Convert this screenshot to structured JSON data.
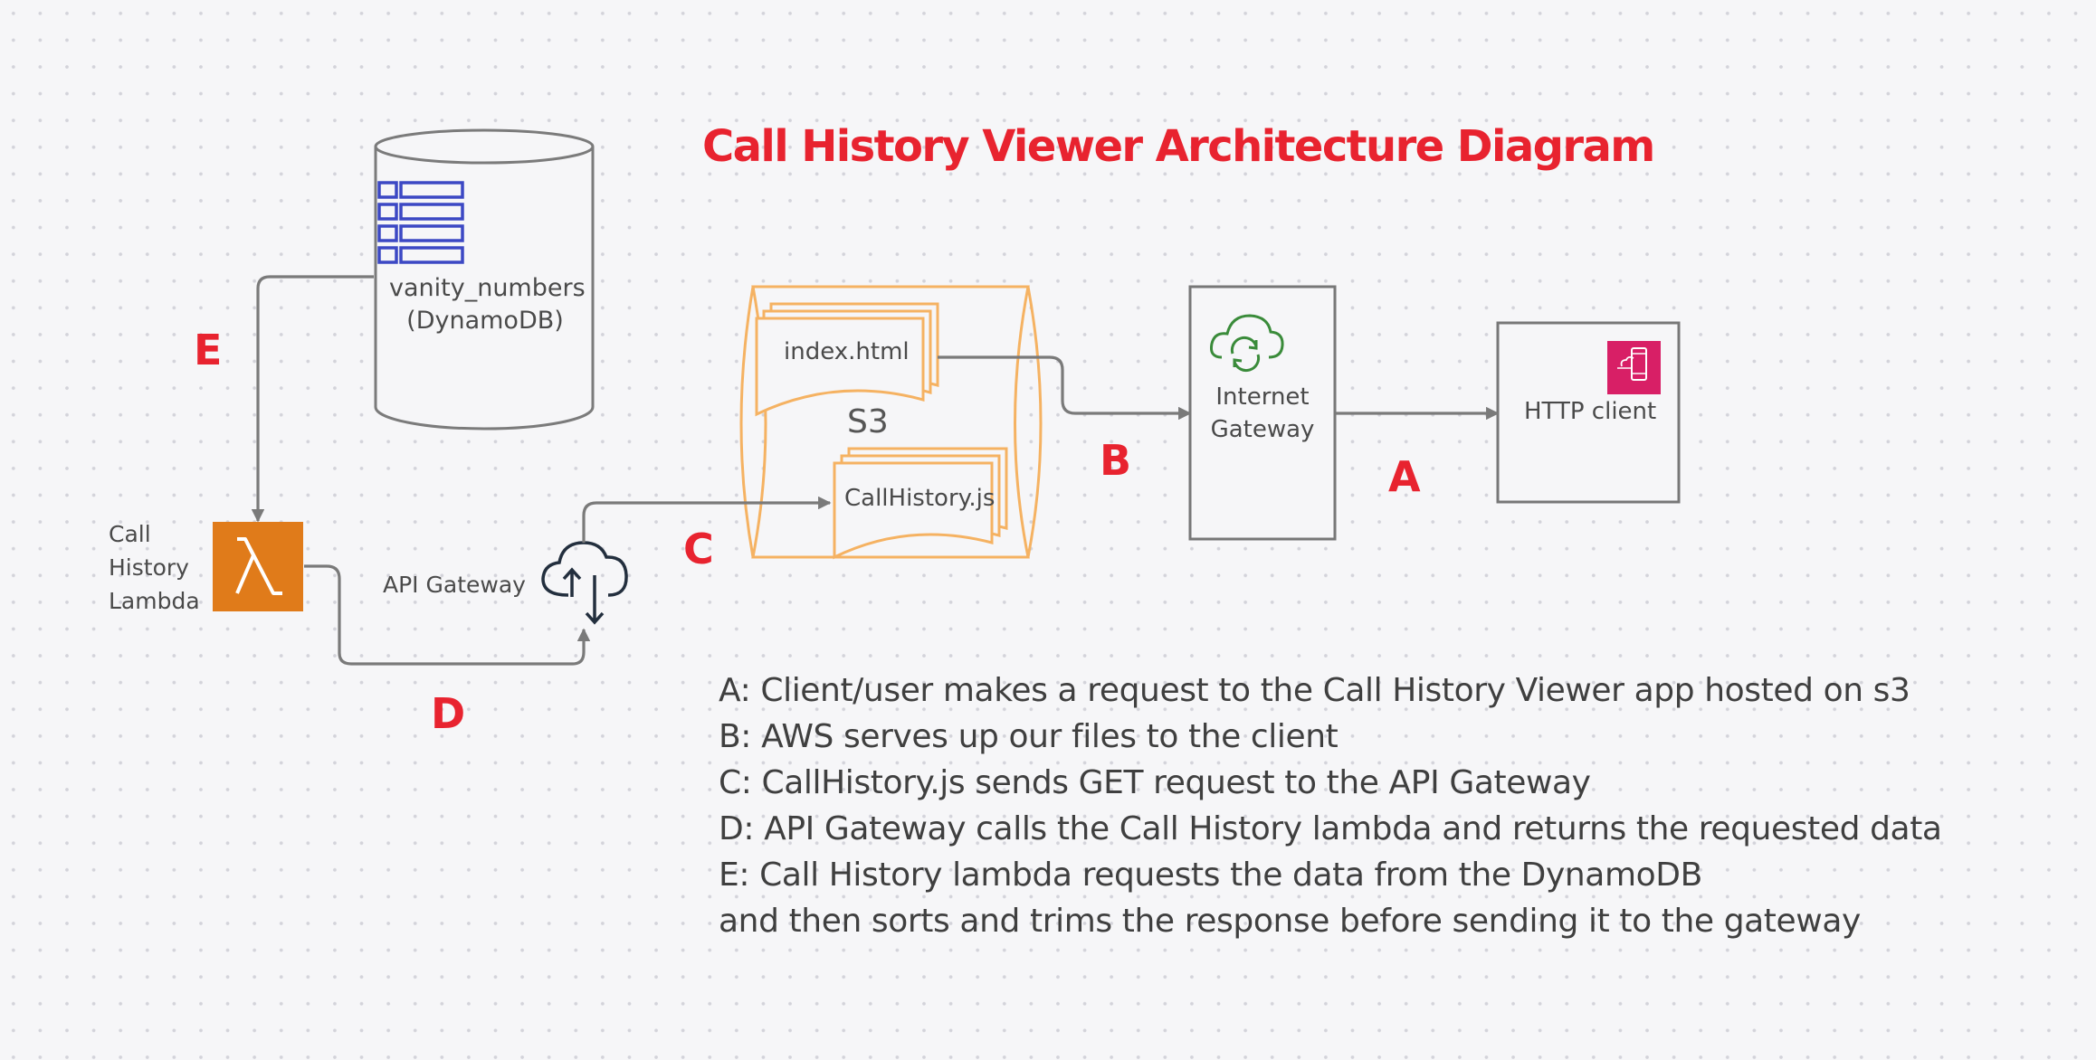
{
  "title": "Call History Viewer Architecture Diagram",
  "nodes": {
    "dynamodb": {
      "line1": "vanity_numbers",
      "line2": "(DynamoDB)"
    },
    "s3": {
      "label": "S3",
      "file1": "index.html",
      "file2": "CallHistory.js"
    },
    "internet_gateway": {
      "line1": "Internet",
      "line2": "Gateway"
    },
    "http_client": {
      "label": "HTTP client"
    },
    "lambda": {
      "line1": "Call",
      "line2": "History",
      "line3": "Lambda"
    },
    "api_gateway": {
      "label": "API Gateway"
    }
  },
  "steps": {
    "a": "A",
    "b": "B",
    "c": "C",
    "d": "D",
    "e": "E"
  },
  "legend": [
    "A: Client/user makes a request to the Call History Viewer app hosted on s3",
    "B: AWS serves up our files to the client",
    "C: CallHistory.js sends GET request to the API Gateway",
    "D: API Gateway calls the Call History lambda and returns the requested data",
    "E: Call History lambda requests the data from the DynamoDB",
    "and then sorts and trims the response before sending it to the gateway"
  ],
  "colors": {
    "title": "#e8232f",
    "step_letters": "#e8232f",
    "s3_outline": "#f5b262",
    "dynamodb_table_icon": "#3c48c4",
    "lambda_icon": "#e07b1a",
    "gateway_icon": "#3a8b3a",
    "client_icon": "#d81f66",
    "connectors": "#7a7a7a"
  },
  "icons": [
    "table-icon",
    "lambda-icon",
    "cloud-upload-download-icon",
    "cloud-sync-icon",
    "mobile-client-icon"
  ]
}
